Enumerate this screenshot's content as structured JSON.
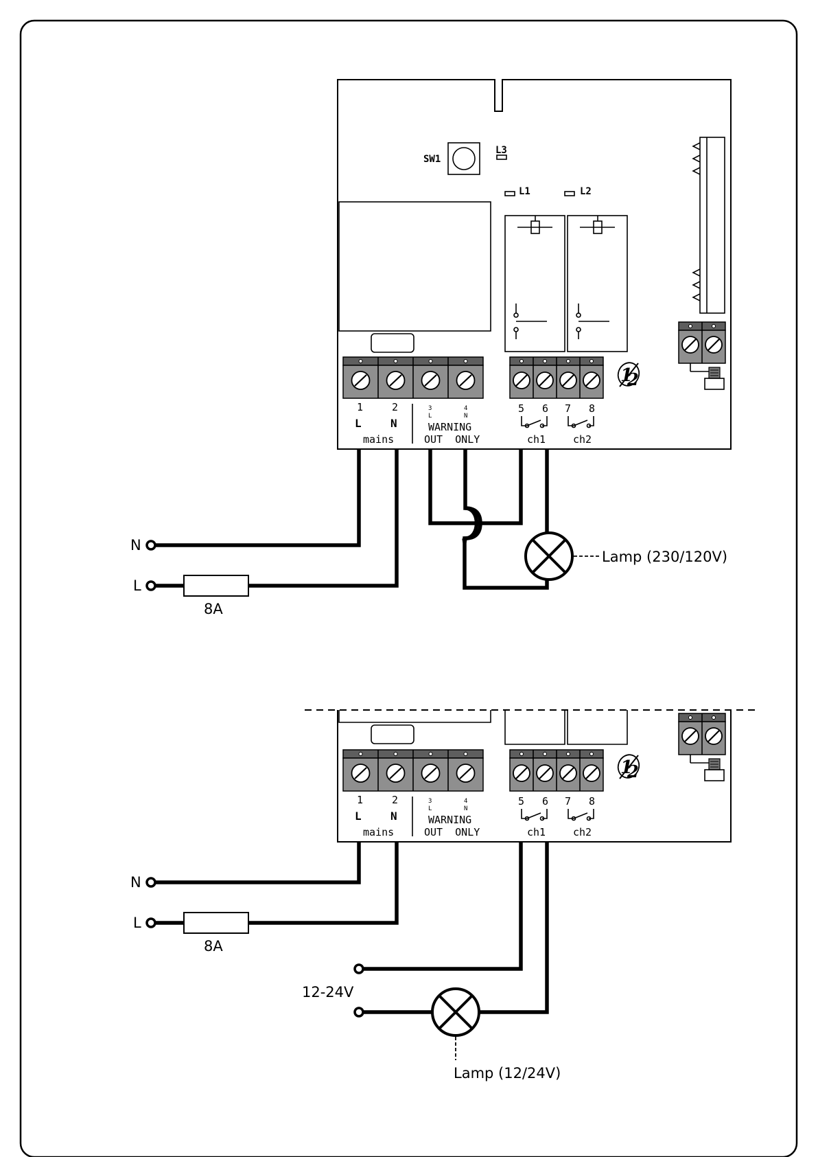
{
  "pcb": {
    "sw1": "SW1",
    "l1": "L1",
    "l2": "L2",
    "l3": "L3"
  },
  "terminals": {
    "t1": "1",
    "t2": "2",
    "t3": "3",
    "t4": "4",
    "t5": "5",
    "t6": "6",
    "t7": "7",
    "t8": "8",
    "t3_sub": "L",
    "t4_sub": "N",
    "l_mark": "L",
    "n_mark": "N",
    "mains": "mains",
    "warning": "WARNING",
    "out_only": "OUT  ONLY",
    "ch1": "ch1",
    "ch2": "ch2"
  },
  "top_diagram": {
    "n_label": "N",
    "l_label": "L",
    "fuse_label": "8A",
    "lamp_label": "Lamp (230/120V)"
  },
  "bottom_diagram": {
    "n_label": "N",
    "l_label": "L",
    "fuse_label": "8A",
    "supply_label": "12-24V",
    "lamp_label": "Lamp (12/24V)"
  }
}
